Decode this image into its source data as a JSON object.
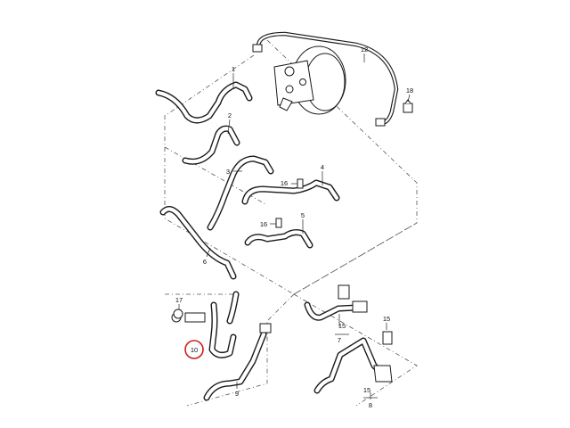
{
  "diagram": {
    "highlight_color": "#cc1f1f",
    "line_color": "#1a1a1a",
    "callouts": {
      "c1": "1",
      "c2": "2",
      "c3": "3",
      "c4": "4",
      "c5": "5",
      "c6": "6",
      "c7": "7",
      "c8": "8",
      "c10": "10",
      "c12": "12",
      "c15a": "15",
      "c15b": "15",
      "c15c": "15",
      "c16a": "16",
      "c16b": "16",
      "c17": "17",
      "c18": "18"
    }
  }
}
